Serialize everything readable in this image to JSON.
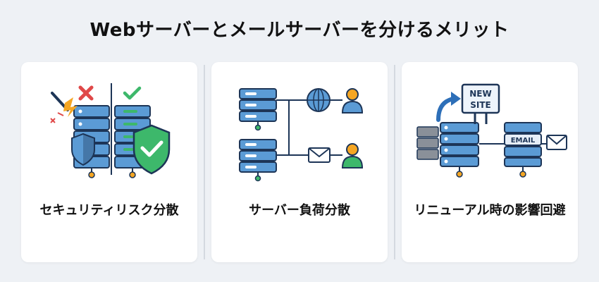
{
  "title": "Webサーバーとメールサーバーを分けるメリット",
  "cards": [
    {
      "label": "セキュリティリスク分散",
      "icons": [
        "server-icon",
        "shield-check-icon",
        "shield-icon",
        "error-x-icon",
        "check-icon",
        "sword-attack-icon"
      ]
    },
    {
      "label": "サーバー負荷分散",
      "icons": [
        "server-icon",
        "globe-icon",
        "user-icon",
        "mail-icon"
      ]
    },
    {
      "label": "リニューアル時の影響回避",
      "icons": [
        "server-icon",
        "signboard-icon",
        "arrow-icon",
        "mail-icon"
      ],
      "sign_text": "NEW\nSITE",
      "email_tag": "EMAIL"
    }
  ],
  "colors": {
    "navy": "#1d3557",
    "blue": "#5b9bd5",
    "green": "#3db86b",
    "red": "#e04848",
    "orange": "#f5a623"
  }
}
